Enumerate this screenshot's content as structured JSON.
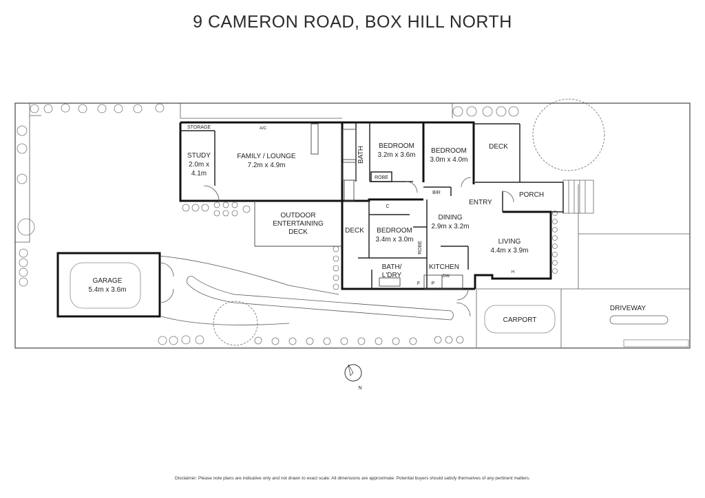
{
  "title": "9 CAMERON ROAD, BOX HILL NORTH",
  "rooms": {
    "storage": "STORAGE",
    "ac": "A/C",
    "study": {
      "name": "STUDY",
      "dim1": "2.0m x",
      "dim2": "4.1m"
    },
    "family_lounge": {
      "name": "FAMILY / LOUNGE",
      "dim": "7.2m x 4.9m"
    },
    "bath": "BATH",
    "bedroom1": {
      "name": "BEDROOM",
      "dim": "3.2m x 3.6m"
    },
    "bedroom2": {
      "name": "BEDROOM",
      "dim": "3.0m x 4.0m"
    },
    "robe1": "ROBE",
    "bir": "BIR",
    "deck_upper": "DECK",
    "entry": "ENTRY",
    "porch": "PORCH",
    "cupboard": "C",
    "outdoor_deck": {
      "line1": "OUTDOOR",
      "line2": "ENTERTAINING",
      "line3": "DECK"
    },
    "deck_lower": "DECK",
    "bedroom3": {
      "name": "BEDROOM",
      "dim": "3.4m x 3.0m"
    },
    "robe2": "ROBE",
    "dining": {
      "name": "DINING",
      "dim": "2.9m x 3.2m"
    },
    "living": {
      "name": "LIVING",
      "dim": "4.4m x 3.9m"
    },
    "bath_ldry": {
      "line1": "BATH/",
      "line2": "L'DRY"
    },
    "kitchen": "KITCHEN",
    "fridge": "F",
    "pantry": "P",
    "dishwasher": "DW",
    "heater": "H",
    "garage": {
      "name": "GARAGE",
      "dim": "5.4m x 3.6m"
    },
    "carport": "CARPORT",
    "driveway": "DRIVEWAY"
  },
  "compass": {
    "label": "N"
  },
  "disclaimer": "Disclaimer: Please note plans are indicative only and not drawn to exact scale. All dimensions are approximate. Potential buyers should satisfy themselves of any pertinent matters."
}
